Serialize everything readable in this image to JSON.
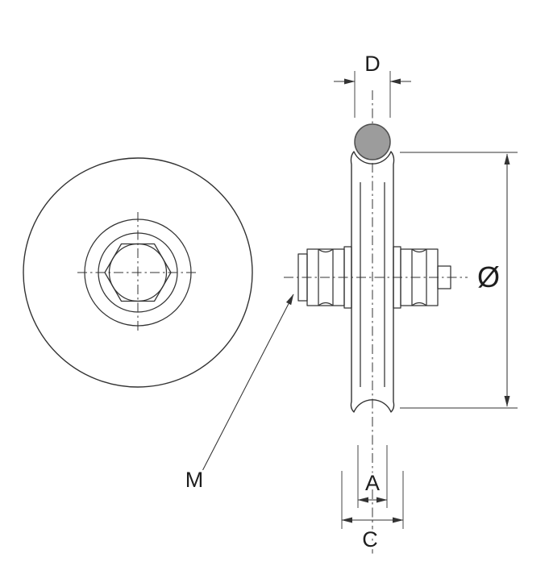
{
  "diagram": {
    "labels": {
      "groove_diameter": "D",
      "outer_diameter": "Ø",
      "bore_width": "A",
      "hub_width": "C",
      "axle_thread": "M"
    },
    "colors": {
      "line": "#333333",
      "bar_fill": "#9c9c9c",
      "bar_stroke": "#4f4f4f",
      "background": "#ffffff"
    }
  }
}
